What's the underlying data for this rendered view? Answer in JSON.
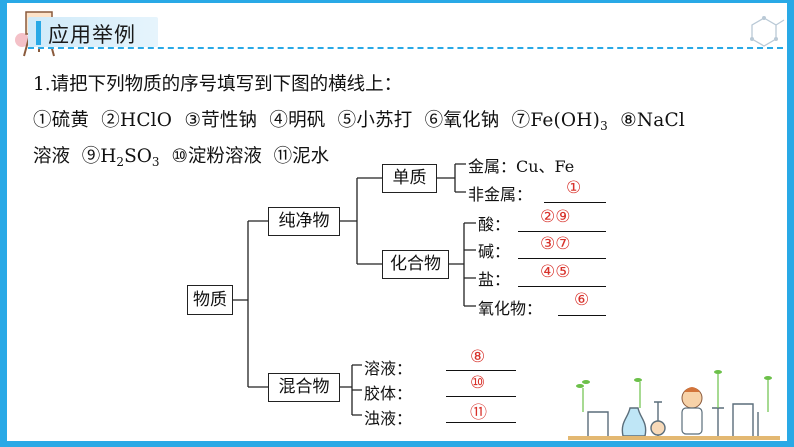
{
  "header": {
    "title": "应用举例"
  },
  "question": {
    "line1": "1.请把下列物质的序号填写到下图的横线上：",
    "line2_parts": [
      "①硫黄",
      "②HClO",
      "③苛性钠",
      "④明矾",
      "⑤小苏打",
      "⑥氧化钠",
      "⑦Fe(OH)",
      "3",
      "⑧NaCl"
    ],
    "line3_parts": [
      "溶液",
      "⑨H",
      "2",
      "SO",
      "3",
      "⑩淀粉溶液",
      "⑪泥水"
    ]
  },
  "tree": {
    "root": "物质",
    "pure": "纯净物",
    "mixture": "混合物",
    "element": "单质",
    "compound": "化合物",
    "metal_label": "金属：Cu、Fe",
    "nonmetal_label": "非金属：",
    "nonmetal_answer": "①",
    "acid_label": "酸：",
    "acid_answer": "②⑨",
    "base_label": "碱：",
    "base_answer": "③⑦",
    "salt_label": "盐：",
    "salt_answer": "④⑤",
    "oxide_label": "氧化物：",
    "oxide_answer": "⑥",
    "solution_label": "溶液：",
    "solution_answer": "⑧",
    "colloid_label": "胶体：",
    "colloid_answer": "⑩",
    "suspension_label": "浊液：",
    "suspension_answer": "⑪"
  },
  "colors": {
    "frame": "#29a9e6",
    "answer": "#d8322b"
  }
}
